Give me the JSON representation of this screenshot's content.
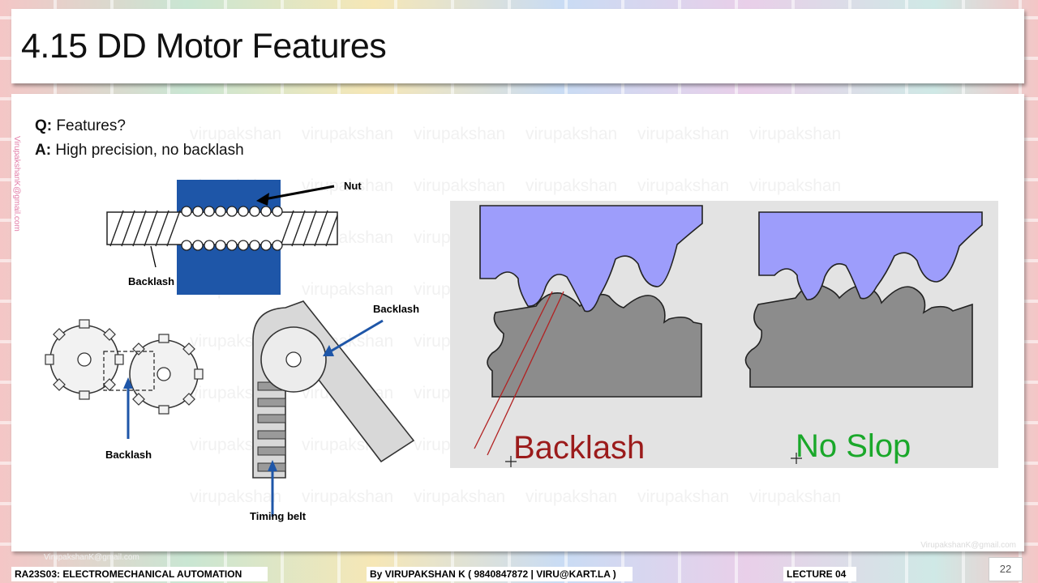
{
  "slide": {
    "title": "4.15 DD Motor Features",
    "question_label": "Q:",
    "question_text": "Features?",
    "answer_label": "A:",
    "answer_text": "High precision, no backlash"
  },
  "watermark": {
    "word": "virupakshan",
    "email": "VirupakshanK@gmail.com"
  },
  "figure_left": {
    "nut_label": "Nut",
    "screw_backlash_label": "Backlash",
    "gear_backlash_label": "Backlash",
    "belt_backlash_label": "Backlash",
    "timing_belt_label": "Timing belt"
  },
  "figure_right": {
    "backlash_label": "Backlash",
    "noslop_label": "No Slop",
    "colors": {
      "rack": "#9d9dfb",
      "gear": "#8c8c8c",
      "backlash_text": "#9b1b1b",
      "noslop_text": "#1aa82a"
    }
  },
  "footer": {
    "course": "RA23S03:   ELECTROMECHANICAL AUTOMATION",
    "author": "By VIRUPAKSHAN K ( 9840847872 | VIRU@KART.LA )",
    "lecture": "LECTURE 04",
    "page": "22",
    "email": "VirupakshanK@gmail.com"
  }
}
